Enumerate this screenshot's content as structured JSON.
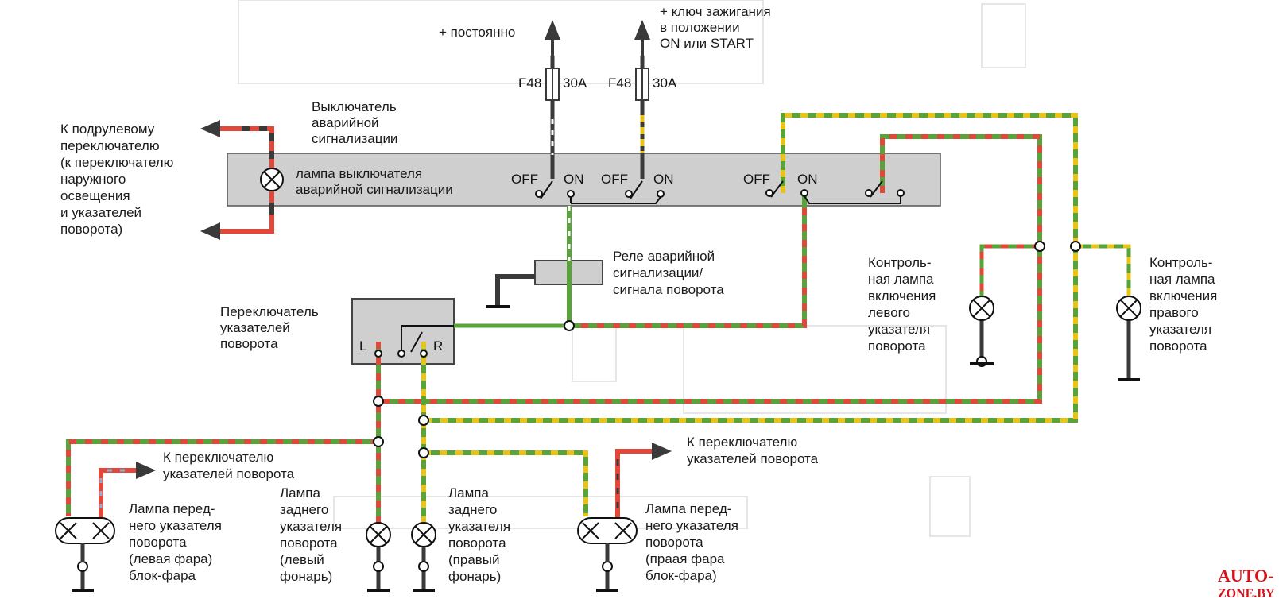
{
  "labels": {
    "plus_constant": "+ постоянно",
    "ignition": [
      "+ ключ зажигания",
      "в положении",
      "ON или START"
    ],
    "fuse_left_name": "F48",
    "fuse_left_rating": "30A",
    "fuse_right_name": "F48",
    "fuse_right_rating": "30A",
    "hazard_switch": [
      "Выключатель",
      "аварийной",
      "сигнализации"
    ],
    "to_column_switch": [
      "К подрулевому",
      "переключателю",
      "(к переключателю",
      "наружного",
      "освещения",
      "и указателей",
      "поворота)"
    ],
    "hazard_lamp": [
      "лампа выключателя",
      "аварийной сигнализации"
    ],
    "switch_off": "OFF",
    "switch_on": "ON",
    "relay": [
      "Реле аварийной",
      "сигнализации/",
      "сигнала поворота"
    ],
    "turn_switch": [
      "Переключатель",
      "указателей",
      "поворота"
    ],
    "turn_switch_l": "L",
    "turn_switch_r": "R",
    "left_indicator": [
      "Контроль-",
      "ная лампа",
      "включения",
      "левого",
      "указателя",
      "поворота"
    ],
    "right_indicator": [
      "Контроль-",
      "ная лампа",
      "включения",
      "правого",
      "указателя",
      "поворота"
    ],
    "to_turn_switch_left": [
      "К переключателю",
      "указателей поворота"
    ],
    "to_turn_switch_right": [
      "К переключателю",
      "указателей поворота"
    ],
    "front_left_lamp": [
      "Лампа перед-",
      "него указателя",
      "поворота",
      "(левая фара)",
      "блок-фара"
    ],
    "rear_left_lamp": [
      "Лампа",
      "заднего",
      "указателя",
      "поворота",
      "(левый",
      "фонарь)"
    ],
    "rear_right_lamp": [
      "Лампа",
      "заднего",
      "указателя",
      "поворота",
      "(правый",
      "фонарь)"
    ],
    "front_right_lamp": [
      "Лампа перед-",
      "него указателя",
      "поворота",
      "(праая фара",
      "блок-фара)"
    ]
  },
  "watermark": [
    "AUTO-",
    "ZONE.BY"
  ],
  "colors": {
    "wire_green": "#5aa33a",
    "wire_yellow": "#e8c41a",
    "wire_red": "#e2483a",
    "wire_black": "#3a3a3a",
    "panel": "#cfcfcf",
    "watermark": "#d3141b"
  }
}
